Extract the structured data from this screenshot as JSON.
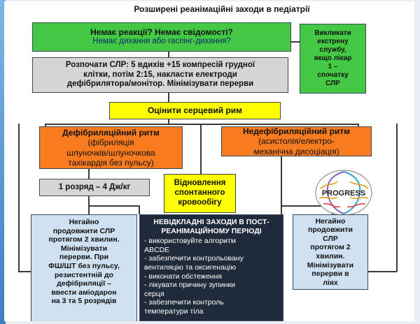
{
  "title": "Розширені реанімаційні заходи в педіатрії",
  "box_no_response": {
    "line1": "Немає реакції? Немає свідомості?",
    "line2": "Немає дихання або гаспінг-дихання?"
  },
  "box_call": [
    "Викликати",
    "екстрену",
    "службу,",
    "якщо лікар",
    "1 –",
    "спочатку",
    "СЛР"
  ],
  "box_cpr": [
    "Розпочати СЛР: 5 вдихів +15 компресій грудної",
    "клітки, потім 2:15, накласти електроди",
    "дефібрилятора/монітор. Мінімізувати перерви"
  ],
  "box_assess": "Оцінити серцевий рим",
  "box_shockable": [
    "Дефібриляційний ритм",
    "(фібриляція",
    "шлуночків/шлуночкова",
    "тахікардія без пульсу)"
  ],
  "box_nonshockable": [
    "Недефібриляційний ритм",
    "(асистолія/електро-",
    "механічна дисоціація)"
  ],
  "box_shock": "1 розряд – 4 Дж/кг",
  "box_rosc": [
    "Відновлення",
    "спонтанного",
    "кровообігу"
  ],
  "box_cont_left": [
    "Негайно",
    "продовжити СЛР",
    "протягом 2 хвилин.",
    "Мінімізувати",
    "перерви. При",
    "ФШ/ШТ без пульсу,",
    "резистентній до",
    "дефібриляції –",
    "ввести аміодарон",
    "на 3 та 5 розрядів"
  ],
  "box_post": {
    "heading": [
      "НЕВІДКЛАДНІ ЗАХОДИ В ПОСТ-",
      "РЕАНІМАЦІЙНОМУ ПЕРІОДІ"
    ],
    "items": [
      "- використовуйте алгоритм",
      "ABCDE",
      "- забезпечити контрольовану",
      "вентиляцію та оксигенацію",
      "- виконати обстеження",
      "- лікувати причину зупинки",
      "серця",
      "- забезпечити контроль",
      "температури тіла"
    ]
  },
  "box_cont_right": [
    "Негайно",
    "продовжити",
    "СЛР",
    "протягом 2",
    "хвилин.",
    "Мінімізувати",
    "перерви в",
    "ліях"
  ],
  "brain_label": "PROGRESS",
  "colors": {
    "green": "#43c943",
    "grey": "#d6d6d6",
    "yellow": "#ffff00",
    "orange": "#f97b1f",
    "light_blue": "#cfe0f1",
    "dark": "#1f2a3b"
  },
  "icons": [
    "brain-progress-icon"
  ]
}
